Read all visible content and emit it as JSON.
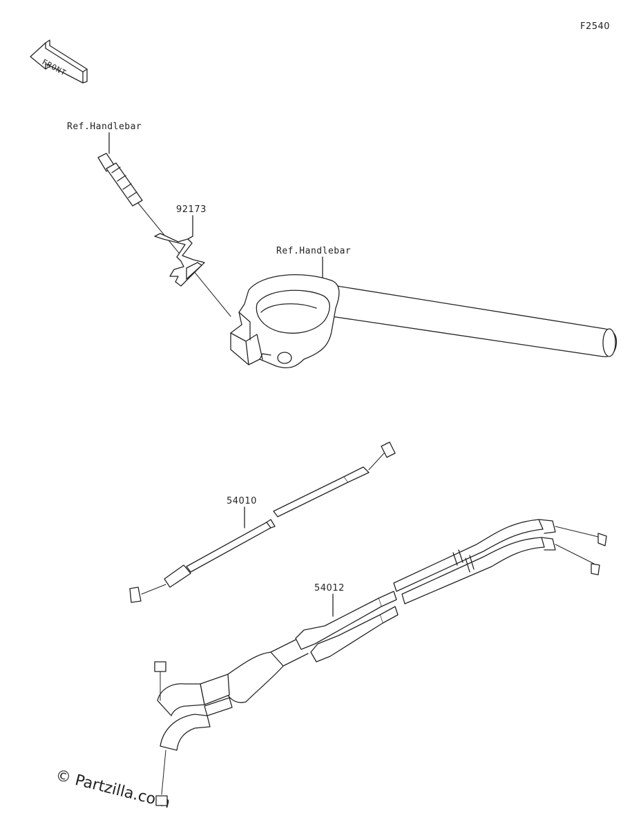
{
  "figure_code": "F2540",
  "front_label": "FRONT",
  "callouts": {
    "handlebar_bolt_ref": "Ref.Handlebar",
    "clip": "92173",
    "handlebar_ref": "Ref.Handlebar",
    "choke_cable": "54010",
    "throttle_cable": "54012"
  },
  "watermark": "© Partzilla.com"
}
